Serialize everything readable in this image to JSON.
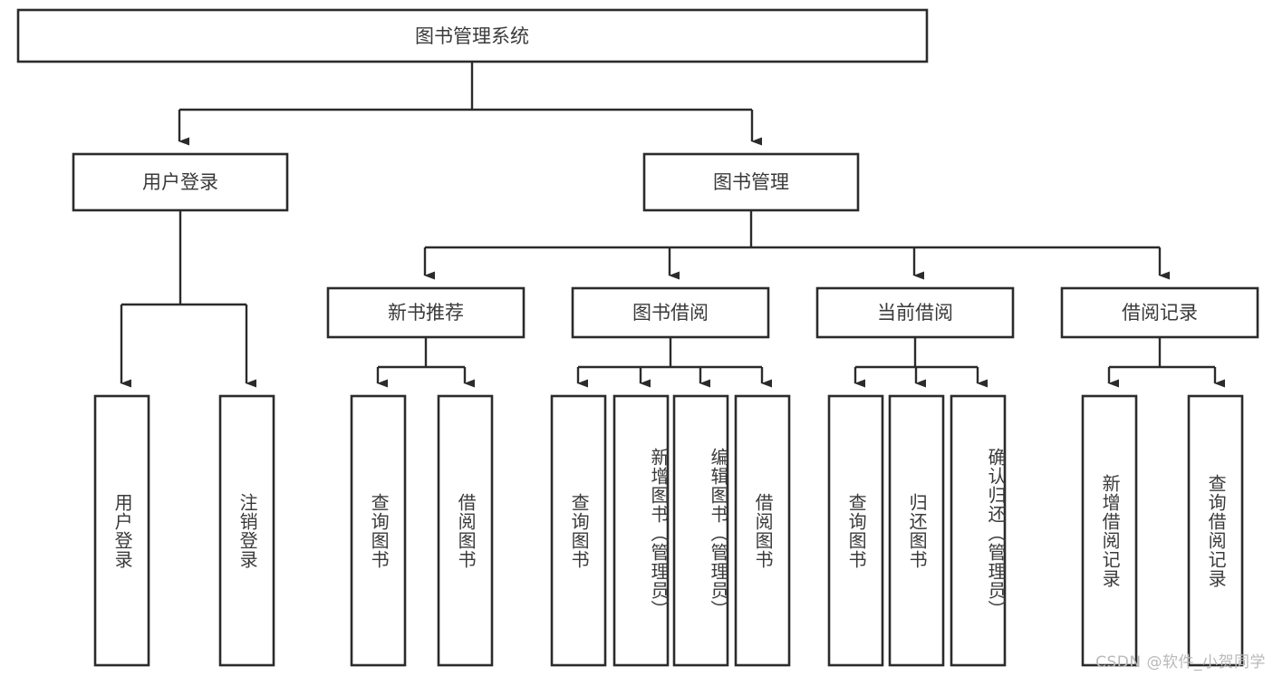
{
  "diagram": {
    "type": "hierarchy-tree",
    "title": "图书管理系统",
    "levels": 4,
    "root": {
      "id": "root",
      "label": "图书管理系统"
    },
    "level2": [
      {
        "id": "user-login",
        "label": "用户登录"
      },
      {
        "id": "book-manage",
        "label": "图书管理"
      }
    ],
    "level3": [
      {
        "id": "new-book-recommend",
        "label": "新书推荐",
        "parent": "book-manage"
      },
      {
        "id": "book-borrow",
        "label": "图书借阅",
        "parent": "book-manage"
      },
      {
        "id": "current-borrow",
        "label": "当前借阅",
        "parent": "book-manage"
      },
      {
        "id": "borrow-record",
        "label": "借阅记录",
        "parent": "book-manage"
      }
    ],
    "leaves": [
      {
        "id": "leaf-user-login",
        "label": "用户登录",
        "parent": "user-login"
      },
      {
        "id": "leaf-user-logout",
        "label": "注销登录",
        "parent": "user-login"
      },
      {
        "id": "leaf-query-book-1",
        "label": "查询图书",
        "parent": "new-book-recommend"
      },
      {
        "id": "leaf-borrow-book-1",
        "label": "借阅图书",
        "parent": "new-book-recommend"
      },
      {
        "id": "leaf-query-book-2",
        "label": "查询图书",
        "parent": "book-borrow"
      },
      {
        "id": "leaf-add-book",
        "label": "新增图书（管理员）",
        "parent": "book-borrow"
      },
      {
        "id": "leaf-edit-book",
        "label": "编辑图书（管理员）",
        "parent": "book-borrow"
      },
      {
        "id": "leaf-borrow-book-2",
        "label": "借阅图书",
        "parent": "book-borrow"
      },
      {
        "id": "leaf-query-book-3",
        "label": "查询图书",
        "parent": "current-borrow"
      },
      {
        "id": "leaf-return-book",
        "label": "归还图书",
        "parent": "current-borrow"
      },
      {
        "id": "leaf-confirm-return",
        "label": "确认归还（管理员）",
        "parent": "current-borrow"
      },
      {
        "id": "leaf-add-record",
        "label": "新增借阅记录",
        "parent": "borrow-record"
      },
      {
        "id": "leaf-query-record",
        "label": "查询借阅记录",
        "parent": "borrow-record"
      }
    ]
  },
  "watermark": {
    "text": "CSDN @软件_小贺同学"
  },
  "colors": {
    "stroke": "#2b2b2b",
    "text": "#3a3a3a",
    "background": "#ffffff",
    "watermark": "#b9b9b9"
  }
}
